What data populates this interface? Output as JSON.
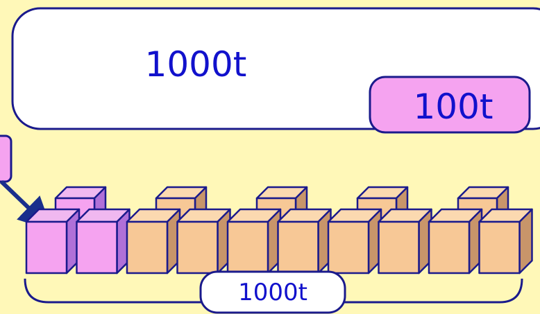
{
  "colors": {
    "background": "#fff8b8",
    "outline": "#1a1a8c",
    "text": "#1111cc",
    "pink_front": "#f5a3f0",
    "pink_side": "#b070d8",
    "pink_top": "#f0b8f0",
    "tan_front": "#f7c896",
    "tan_side": "#c8956a",
    "tan_top": "#fbd9b0",
    "arrow": "#1a2f8c"
  },
  "top_box": {
    "label": "1000t",
    "badge_label": "100t"
  },
  "left_tag": {
    "label": ""
  },
  "bottom_group": {
    "label": "1000t",
    "pink_unit_count": 2,
    "tan_unit_count": 8,
    "stacked_unit_count": 5
  }
}
